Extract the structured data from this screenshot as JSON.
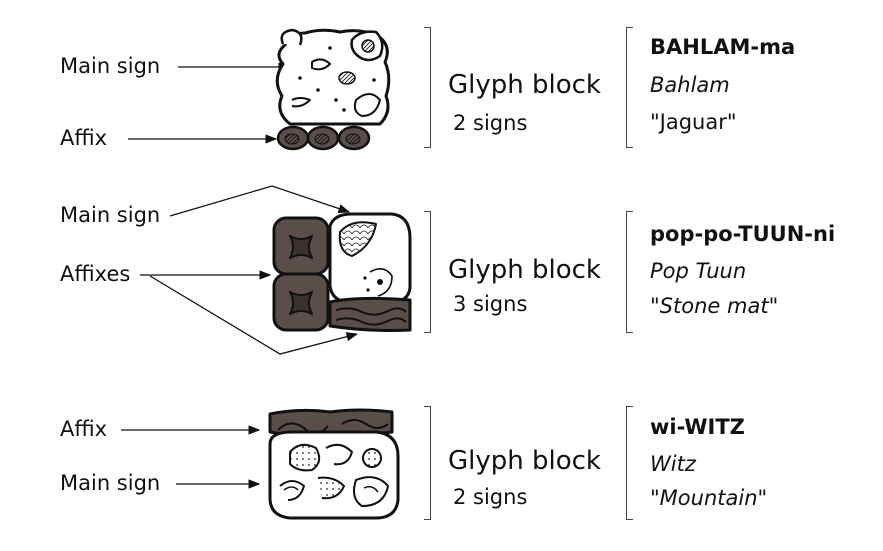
{
  "rows": [
    {
      "labels": [
        "Main sign",
        "Affix"
      ],
      "block_title": "Glyph block",
      "block_count": "2 signs",
      "transliteration": "BAHLAM-ma",
      "reading": "Bahlam",
      "meaning": "\"Jaguar\""
    },
    {
      "labels": [
        "Main sign",
        "Affixes"
      ],
      "block_title": "Glyph block",
      "block_count": "3 signs",
      "transliteration": "pop-po-TUUN-ni",
      "reading": "Pop Tuun",
      "meaning_open": "\"",
      "meaning_text": "Stone mat",
      "meaning_close": "\""
    },
    {
      "labels": [
        "Affix",
        "Main sign"
      ],
      "block_title": "Glyph block",
      "block_count": "2 signs",
      "transliteration": "wi-WITZ",
      "reading": "Witz",
      "meaning_open": "\"",
      "meaning_text": "Mountain",
      "meaning_close": "\""
    }
  ],
  "colors": {
    "ink": "#111111",
    "affix_fill": "#5a4e4a",
    "affix_dark": "#3b322f",
    "bracket": "#444444"
  }
}
